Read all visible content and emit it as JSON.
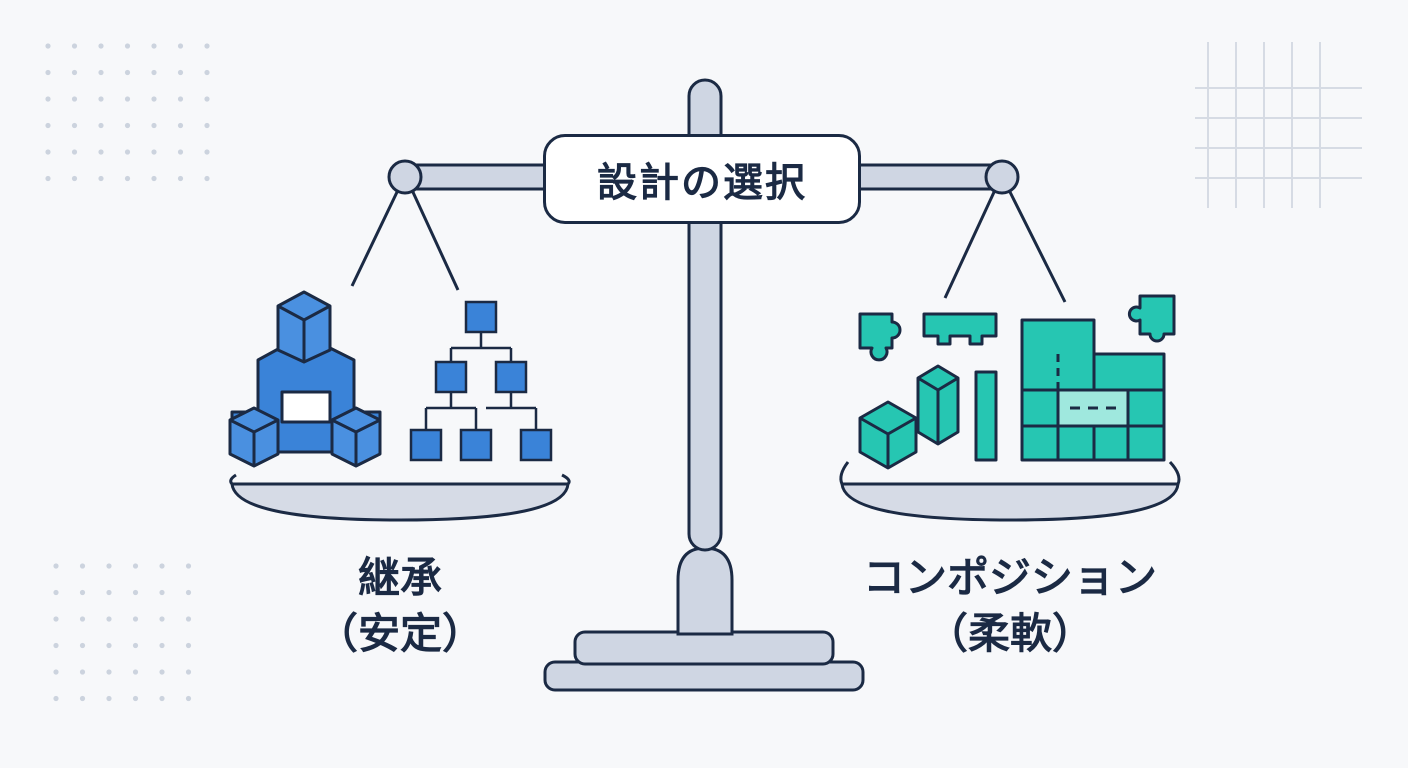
{
  "title": "設計の選択",
  "left_option": {
    "name": "継承",
    "trait": "（安定）"
  },
  "right_option": {
    "name": "コンポジション",
    "trait": "（柔軟）"
  },
  "colors": {
    "outline": "#1b2a44",
    "steel": "#cfd6e3",
    "inheritance_blue": "#3a83d8",
    "composition_teal": "#26c6b2",
    "background": "#f7f8fa"
  },
  "icons": {
    "left": [
      "stacked-cubes-icon",
      "hierarchy-tree-icon"
    ],
    "right": [
      "puzzle-pieces-icon",
      "modular-blocks-icon"
    ]
  }
}
